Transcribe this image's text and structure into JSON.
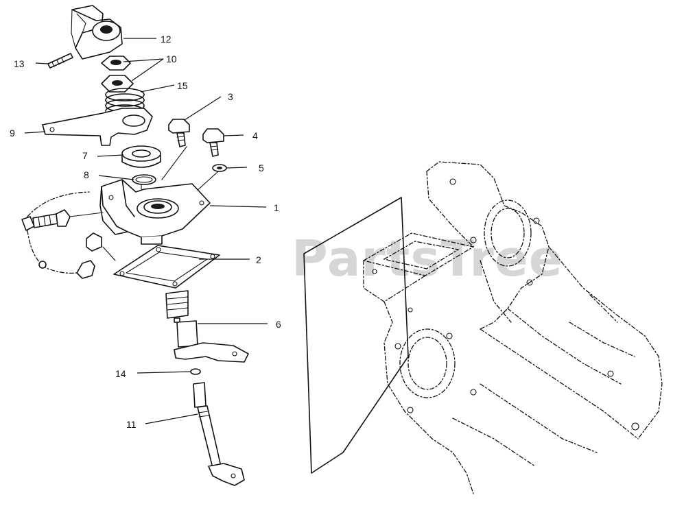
{
  "watermark": "PartsTree",
  "callouts": [
    {
      "id": "c1",
      "label": "1"
    },
    {
      "id": "c2",
      "label": "2"
    },
    {
      "id": "c3",
      "label": "3"
    },
    {
      "id": "c4",
      "label": "4"
    },
    {
      "id": "c5",
      "label": "5"
    },
    {
      "id": "c6",
      "label": "6"
    },
    {
      "id": "c7",
      "label": "7"
    },
    {
      "id": "c8",
      "label": "8"
    },
    {
      "id": "c9",
      "label": "9"
    },
    {
      "id": "c10",
      "label": "10"
    },
    {
      "id": "c11",
      "label": "11"
    },
    {
      "id": "c12",
      "label": "12"
    },
    {
      "id": "c13",
      "label": "13"
    },
    {
      "id": "c14",
      "label": "14"
    },
    {
      "id": "c15",
      "label": "15"
    }
  ]
}
